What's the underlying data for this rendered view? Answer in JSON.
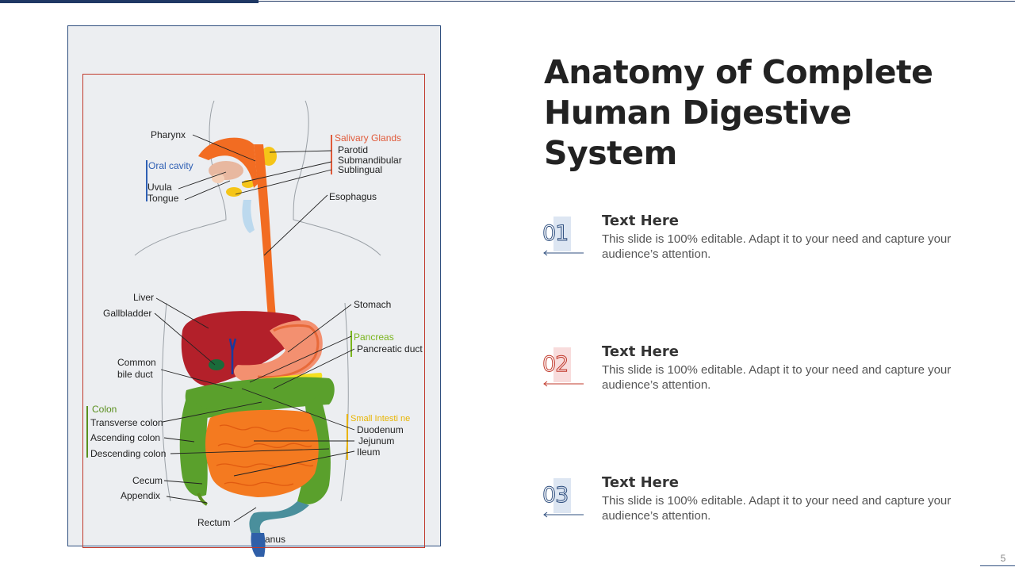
{
  "slide": {
    "title": "Anatomy of Complete Human Digestive System",
    "page_number": "5"
  },
  "points": [
    {
      "number": "01",
      "heading": "Text Here",
      "body": "This slide is 100% editable. Adapt it to your need and capture your audience’s attention.",
      "accent": "#2f4f7f"
    },
    {
      "number": "02",
      "heading": "Text Here",
      "body": "This slide is 100% editable. Adapt it to your need and capture your audience’s attention.",
      "accent": "#c0392b"
    },
    {
      "number": "03",
      "heading": "Text Here",
      "body": "This slide is 100% editable. Adapt it to your need and capture your audience’s attention.",
      "accent": "#2f4f7f"
    }
  ],
  "diagram": {
    "labels": {
      "pharynx": "Pharynx",
      "salivary_glands": "Salivary Glands",
      "parotid": "Parotid",
      "submandibular": "Submandibular",
      "sublingual": "Sublingual",
      "oral_cavity": "Oral cavity",
      "uvula": "Uvula",
      "tongue": "Tongue",
      "esophagus": "Esophagus",
      "liver": "Liver",
      "gallbladder": "Gallbladder",
      "stomach": "Stomach",
      "pancreas": "Pancreas",
      "pancreatic_duct": "Pancreatic duct",
      "common": "Common",
      "bile_duct": "bile duct",
      "colon": "Colon",
      "transverse_colon": "Transverse colon",
      "ascending_colon": "Ascending colon",
      "descending_colon": "Descending colon",
      "small_intestine": "Small Intesti ne",
      "duodenum": "Duodenum",
      "jejunum": "Jejunum",
      "ileum": "Ileum",
      "cecum": "Cecum",
      "appendix": "Appendix",
      "rectum": "Rectum",
      "anus": "anus"
    },
    "colors": {
      "salivary": "#e05a3a",
      "oral": "#2e5fb4",
      "pancreas": "#7ab51d",
      "colon": "#5a8f1e",
      "small_intestine": "#e8b400",
      "esophagus": "#f26c22",
      "liver": "#b3202a",
      "intestine": "#f47a20",
      "colon_fill": "#5aa02c"
    }
  }
}
